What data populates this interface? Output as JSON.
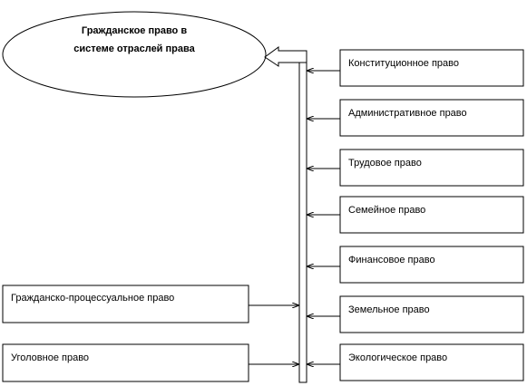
{
  "diagram": {
    "central": {
      "line1": "Гражданское право в",
      "line2": "системе отраслей права"
    },
    "right_branches": [
      "Конституционное право",
      "Административное право",
      "Трудовое право",
      "Семейное право",
      "Финансовое право",
      "Земельное право",
      "Экологическое право"
    ],
    "left_branches": [
      "Гражданско-процессуальное право",
      "Уголовное право"
    ]
  }
}
